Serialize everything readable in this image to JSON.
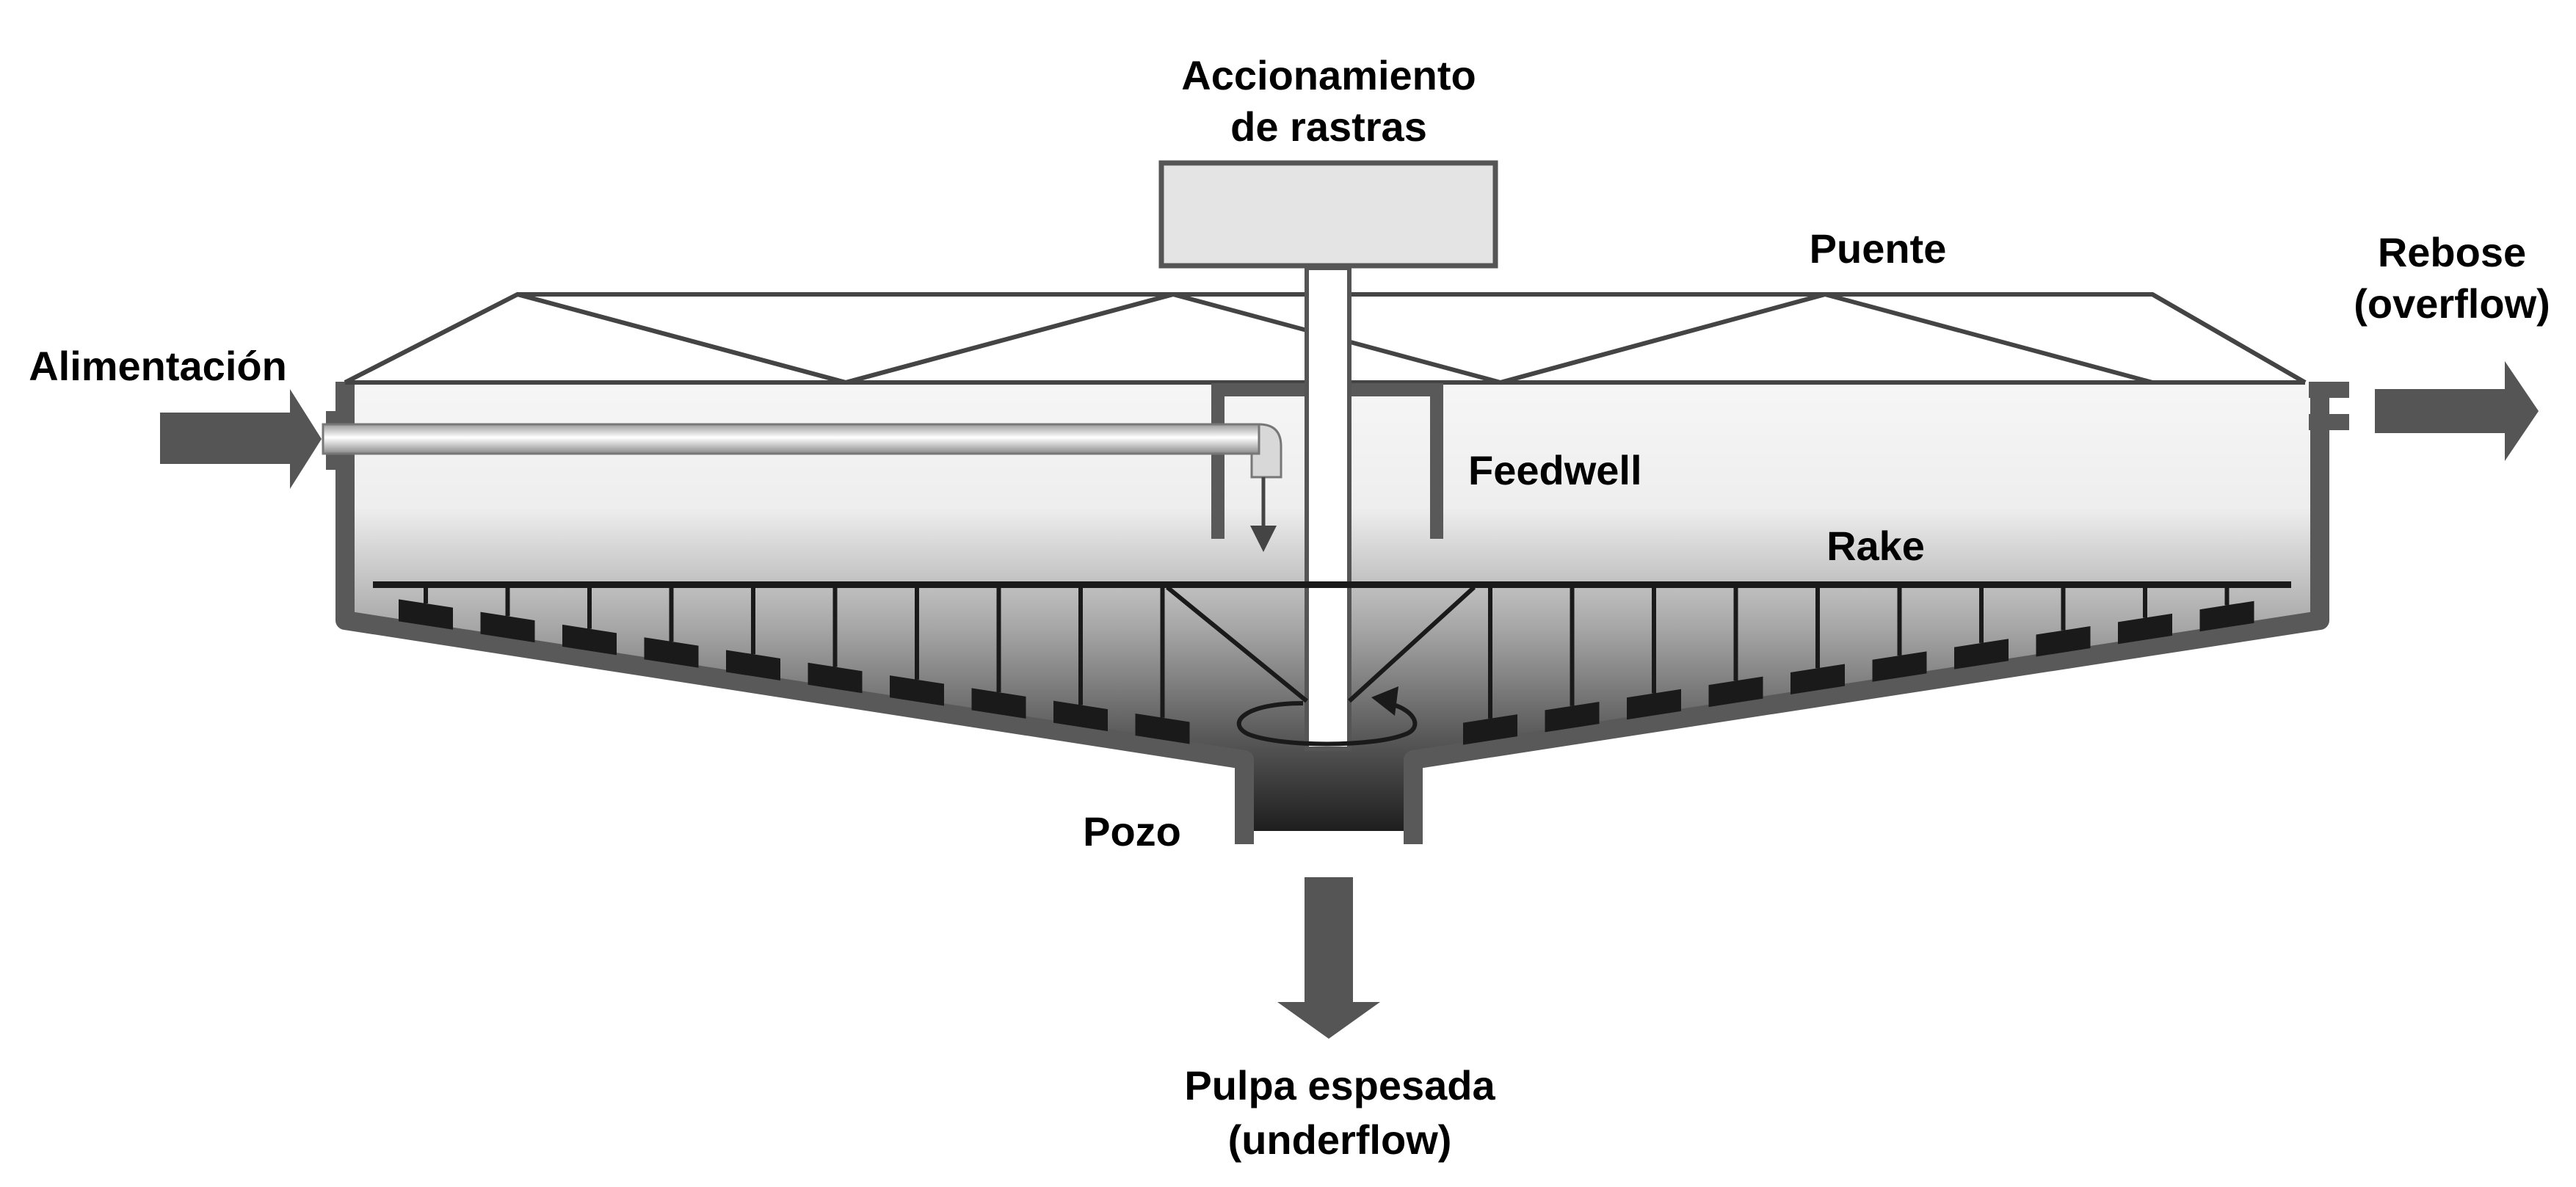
{
  "labels": {
    "drive_line1": "Accionamiento",
    "drive_line2": "de rastras",
    "bridge": "Puente",
    "feed": "Alimentación",
    "overflow_line1": "Rebose",
    "overflow_line2": "(overflow)",
    "feedwell": "Feedwell",
    "rake": "Rake",
    "well": "Pozo",
    "underflow_line1": "Pulpa espesada",
    "underflow_line2": "(underflow)"
  },
  "colors": {
    "wall": "#595959",
    "arrow": "#555555",
    "truss": "#444444",
    "blade": "#1a1a1a",
    "liquid_top": "#f6f6f6",
    "liquid_bottom": "#1e1e1e",
    "drive_box": "#e4e4e4"
  },
  "icons": {
    "feed_arrow": "arrow-right-icon",
    "overflow_arrow": "arrow-right-icon",
    "underflow_arrow": "arrow-down-icon",
    "rotation": "rotation-arrow-icon"
  }
}
